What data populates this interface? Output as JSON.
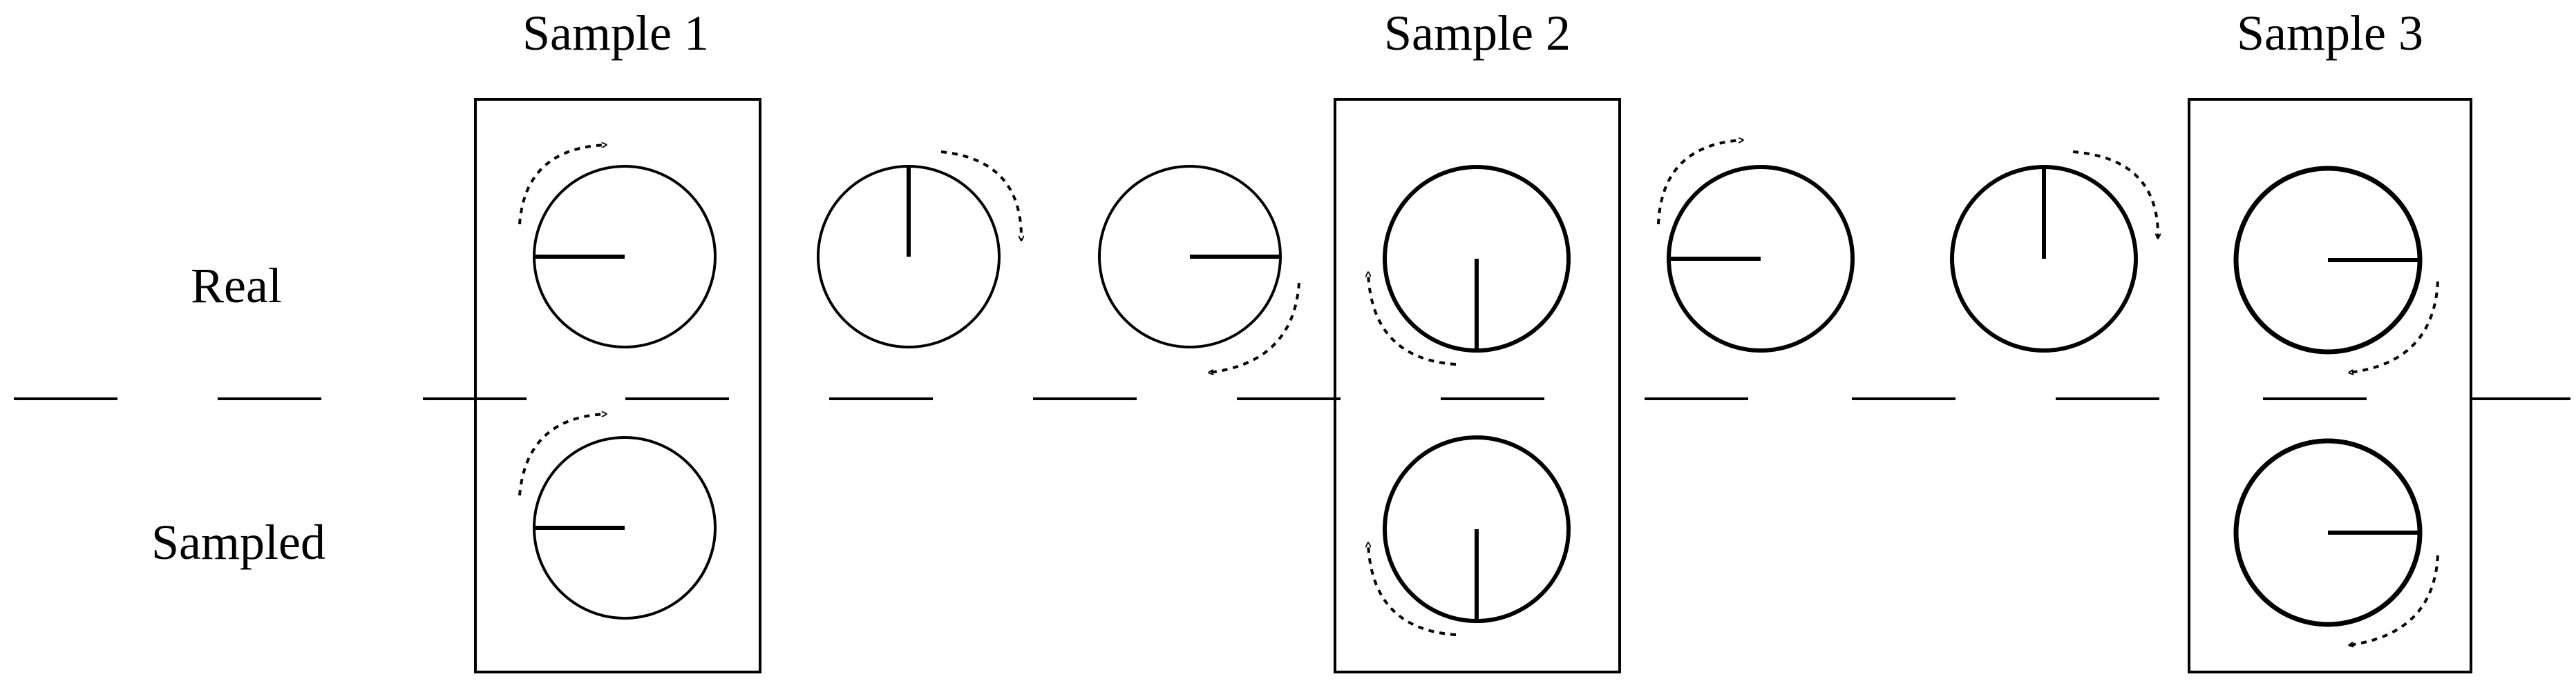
{
  "diagram": {
    "row_labels": {
      "real": "Real",
      "sampled": "Sampled"
    },
    "samples": [
      {
        "title": "Sample 1"
      },
      {
        "title": "Sample 2"
      },
      {
        "title": "Sample 3"
      }
    ],
    "real_wheels": [
      {
        "hand_direction": "left",
        "rotation_arrow": "clockwise-top"
      },
      {
        "hand_direction": "up",
        "rotation_arrow": "clockwise-right"
      },
      {
        "hand_direction": "right",
        "rotation_arrow": "clockwise-bottom"
      },
      {
        "hand_direction": "down",
        "rotation_arrow": "clockwise-left"
      },
      {
        "hand_direction": "left",
        "rotation_arrow": "clockwise-top"
      },
      {
        "hand_direction": "up",
        "rotation_arrow": "clockwise-right"
      },
      {
        "hand_direction": "right",
        "rotation_arrow": "clockwise-bottom"
      }
    ],
    "sampled_wheels": [
      {
        "sample": 1,
        "hand_direction": "left",
        "rotation_arrow": "clockwise-top"
      },
      {
        "sample": 2,
        "hand_direction": "down",
        "rotation_arrow": "clockwise-left"
      },
      {
        "sample": 3,
        "hand_direction": "right",
        "rotation_arrow": "clockwise-bottom"
      }
    ],
    "colors": {
      "stroke": "#000000",
      "background": "#ffffff"
    }
  }
}
